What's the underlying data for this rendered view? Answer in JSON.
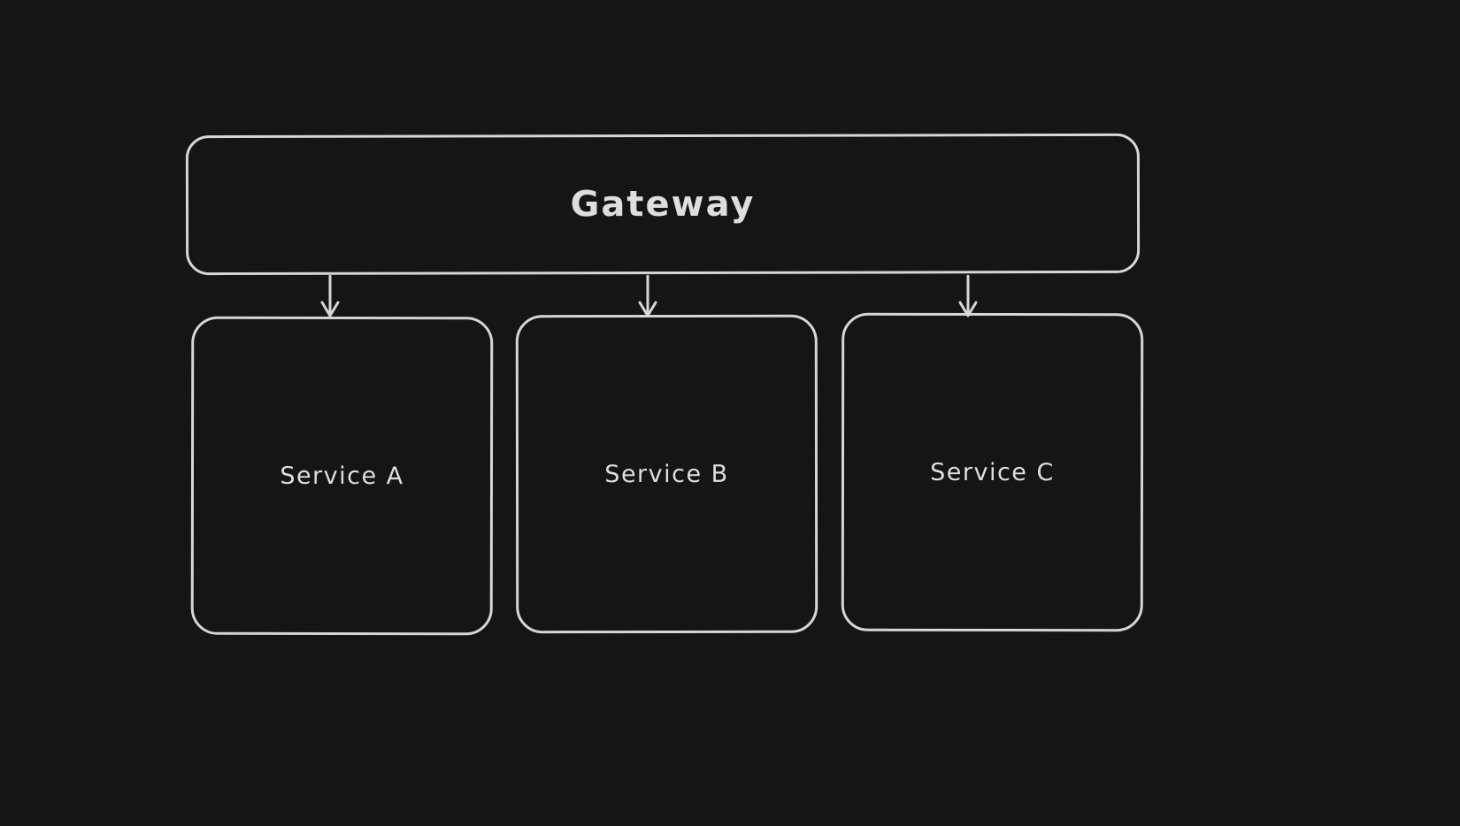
{
  "colors": {
    "background": "#151515",
    "stroke": "#d6d6d6",
    "text": "#dedede"
  },
  "diagram": {
    "gateway": {
      "label": "Gateway"
    },
    "services": [
      {
        "label": "Service A"
      },
      {
        "label": "Service B"
      },
      {
        "label": "Service C"
      }
    ],
    "connectors": [
      {
        "name": "gateway-to-service-a"
      },
      {
        "name": "gateway-to-service-b"
      },
      {
        "name": "gateway-to-service-c"
      }
    ]
  }
}
